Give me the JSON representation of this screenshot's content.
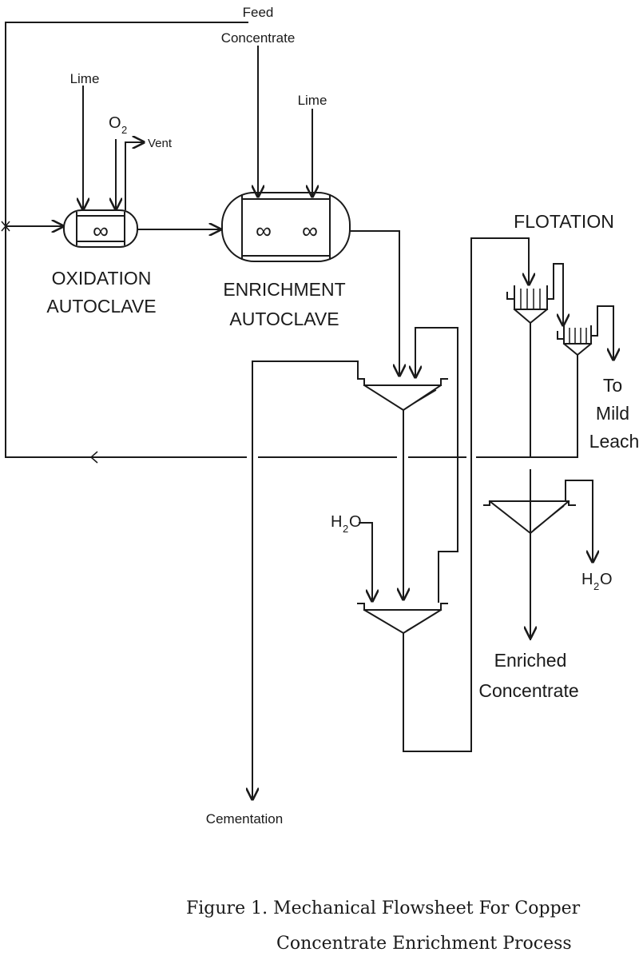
{
  "labels": {
    "feed_1": "Feed",
    "feed_2": "Concentrate",
    "lime_1": "Lime",
    "lime_2": "Lime",
    "o2_main": "O",
    "o2_sub": "2",
    "vent": "Vent",
    "oxidation_1": "OXIDATION",
    "oxidation_2": "AUTOCLAVE",
    "enrichment_1": "ENRICHMENT",
    "enrichment_2": "AUTOCLAVE",
    "flotation": "FLOTATION",
    "to_mild_1": "To",
    "to_mild_2": "Mild",
    "to_mild_3": "Leach",
    "h2o_left_main": "H",
    "h2o_left_sub": "2",
    "h2o_left_end": "O",
    "h2o_right_main": "H",
    "h2o_right_sub": "2",
    "h2o_right_end": "O",
    "enriched_1": "Enriched",
    "enriched_2": "Concentrate",
    "cementation": "Cementation",
    "infinity": "∞"
  },
  "caption": {
    "line1": "Figure 1.  Mechanical Flowsheet For Copper",
    "line2": "Concentrate Enrichment Process"
  }
}
